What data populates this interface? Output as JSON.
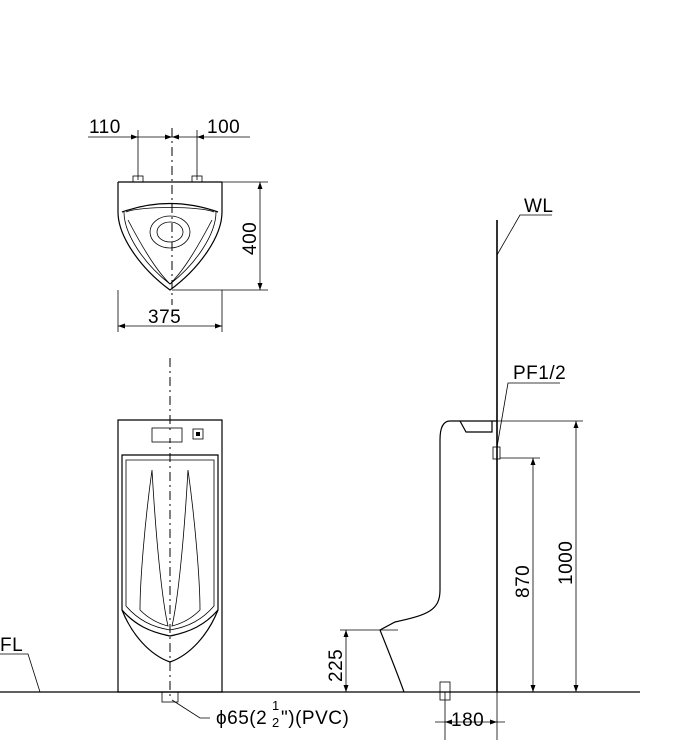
{
  "dimensions": {
    "top_left_offset": "110",
    "top_right_offset": "100",
    "depth": "400",
    "width": "375",
    "total_height": "1000",
    "inlet_height": "870",
    "outlet_height": "225",
    "outlet_from_wall": "180"
  },
  "labels": {
    "wall_line": "WL",
    "floor_line": "FL",
    "inlet": "PF1/2",
    "drain_prefix": "ϕ65(2",
    "drain_frac_num": "1",
    "drain_frac_den": "2",
    "drain_suffix": "\")(PVC)"
  }
}
